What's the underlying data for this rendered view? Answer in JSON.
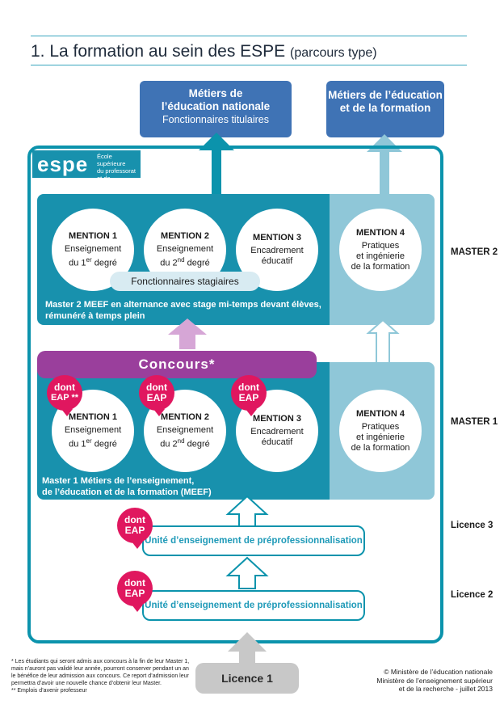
{
  "header": {
    "title": "1. La formation au sein des ESPE",
    "subtitle": "(parcours type)"
  },
  "outcomes": {
    "left": {
      "line1": "Métiers de",
      "line2": "l’éducation nationale",
      "line3": "Fonctionnaires titulaires"
    },
    "right": {
      "line1": "Métiers de l’éducation",
      "line2": "et de la formation"
    }
  },
  "espe": {
    "logo": "espe",
    "name_l1": "École supérieure",
    "name_l2": "du professorat",
    "name_l3": "et de l’éducation"
  },
  "master2": {
    "mention1": {
      "title": "MENTION 1",
      "l1": "Enseignement",
      "l2a": "du 1",
      "sup": "er",
      "l2b": " degré"
    },
    "mention2": {
      "title": "MENTION 2",
      "l1": "Enseignement",
      "l2a": "du 2",
      "sup": "nd",
      "l2b": " degré"
    },
    "mention3": {
      "title": "MENTION 3",
      "l1": "Encadrement",
      "l2": "éducatif"
    },
    "mention4": {
      "title": "MENTION 4",
      "l1": "Pratiques",
      "l2": "et ingénierie",
      "l3": "de la formation"
    },
    "stagiaires": "Fonctionnaires stagiaires",
    "caption_l1": "Master 2 MEEF en alternance avec stage mi-temps devant élèves,",
    "caption_l2": "rémunéré à temps plein"
  },
  "concours": "Concours*",
  "master1": {
    "mention1": {
      "title": "MENTION 1",
      "l1": "Enseignement",
      "l2a": "du 1",
      "sup": "er",
      "l2b": " degré"
    },
    "mention2": {
      "title": "MENTION 2",
      "l1": "Enseignement",
      "l2a": "du 2",
      "sup": "nd",
      "l2b": " degré"
    },
    "mention3": {
      "title": "MENTION 3",
      "l1": "Encadrement",
      "l2": "éducatif"
    },
    "mention4": {
      "title": "MENTION 4",
      "l1": "Pratiques",
      "l2": "et ingénierie",
      "l3": "de la formation"
    },
    "caption_l1": "Master 1 Métiers de l’enseignement,",
    "caption_l2": "de l’éducation et de  la formation (MEEF)"
  },
  "bubbles": {
    "b1_l1": "dont",
    "b1_l2": "EAP **",
    "b2_l1": "dont",
    "b2_l2": "EAP",
    "b3_l1": "dont",
    "b3_l2": "EAP",
    "b4_l1": "dont",
    "b4_l2": "EAP",
    "b5_l1": "dont",
    "b5_l2": "EAP"
  },
  "units": {
    "licence3": "Unité d’enseignement de préprofessionnalisation",
    "licence2": "Unité d’enseignement de préprofessionnalisation"
  },
  "levels": {
    "master2": "MASTER 2",
    "master1": "MASTER 1",
    "licence3": "Licence 3",
    "licence2": "Licence 2"
  },
  "licence1": "Licence 1",
  "footnote": {
    "l1": "* Les étudiants qui seront admis aux concours à la fin de leur Master 1,",
    "l2": "mais n’auront pas validé leur année, pourront conserver pendant un an",
    "l3": "le bénéfice de leur admission aux concours. Ce report d’admission leur",
    "l4": "permettra d’avoir une nouvelle chance d’obtenir leur Master.",
    "l5": "** Emplois d’avenir professeur"
  },
  "credit": {
    "l1": "© Ministère de l’éducation nationale",
    "l2": "Ministère de l’enseignement supérieur",
    "l3": "et de la recherche - juillet 2013"
  },
  "colors": {
    "teal": "#1891ad",
    "light_teal": "#8fc7d8",
    "blue": "#3f73b5",
    "magenta": "#e0175f",
    "purple": "#9a3f9c"
  }
}
